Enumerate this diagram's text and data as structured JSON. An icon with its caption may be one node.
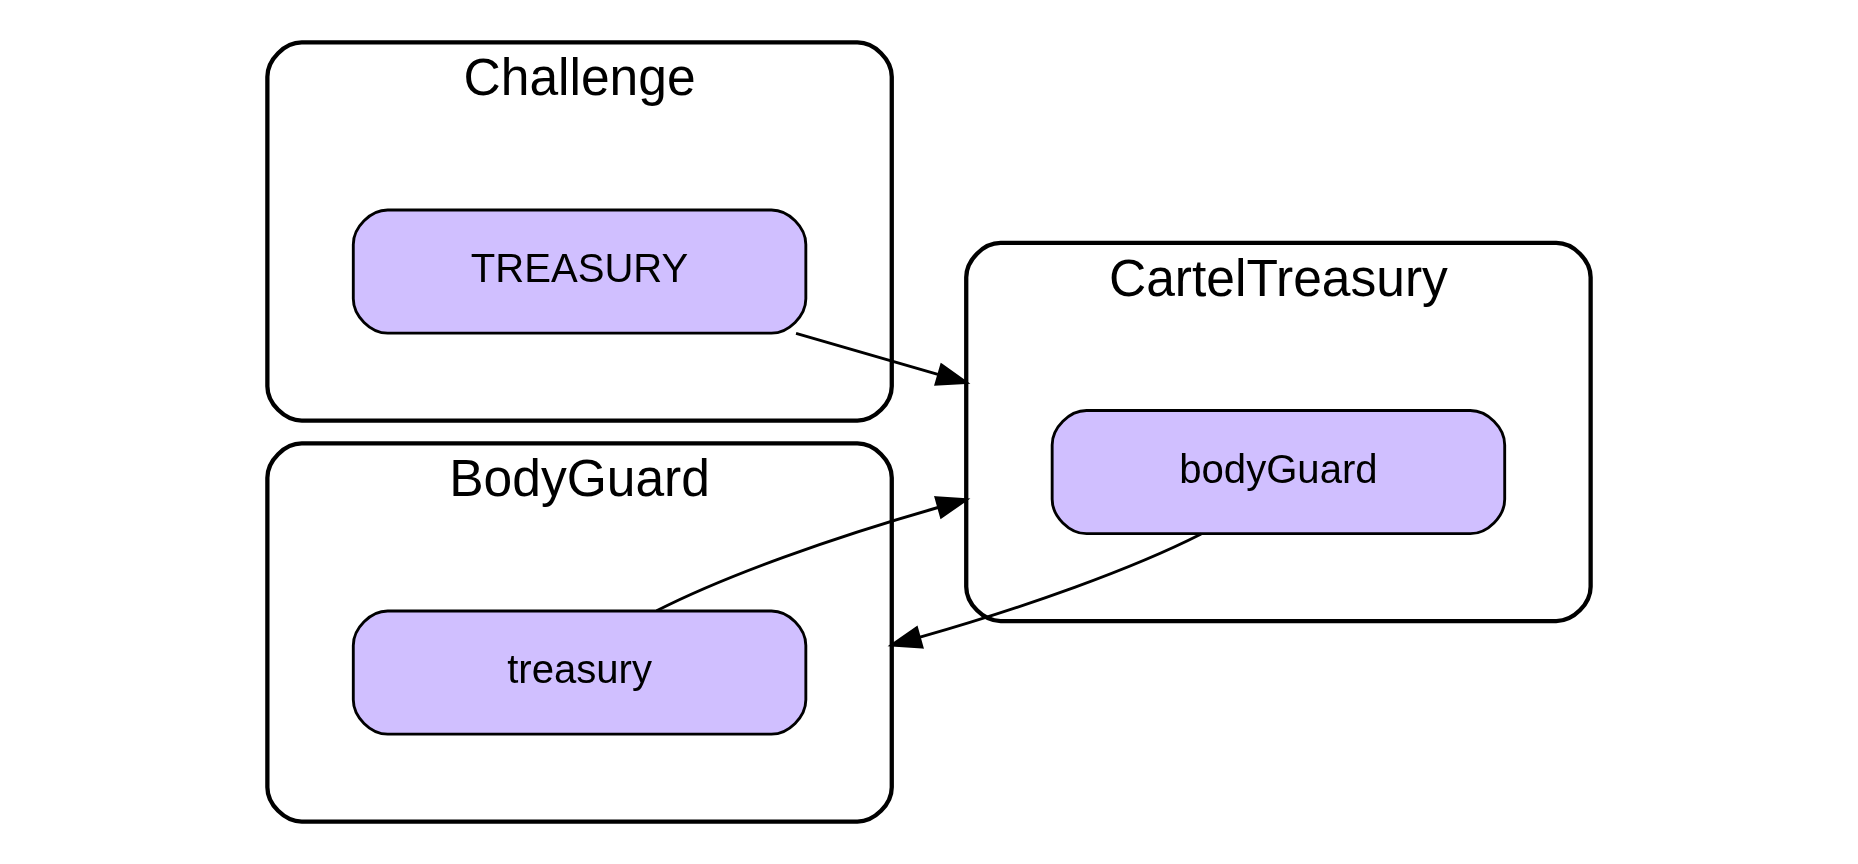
{
  "diagram": {
    "nodes": [
      {
        "text": [
          "Challenge"
        ]
      },
      {
        "text": [
          "TREASURY"
        ],
        "in": 0
      },
      {
        "text": [
          "BodyGuard"
        ]
      },
      {
        "text": [
          "treasury"
        ],
        "in": 2
      },
      {
        "text": [
          "CartelTreasury"
        ]
      },
      {
        "text": [
          "bodyGuard"
        ],
        "in": 4
      }
    ],
    "edges": [
      {
        "from": 1,
        "to": 4,
        "arrow": "to"
      },
      {
        "from": 3,
        "to": 4,
        "arrow": "to"
      },
      {
        "from": 5,
        "to": 2,
        "arrow": "to"
      }
    ]
  }
}
